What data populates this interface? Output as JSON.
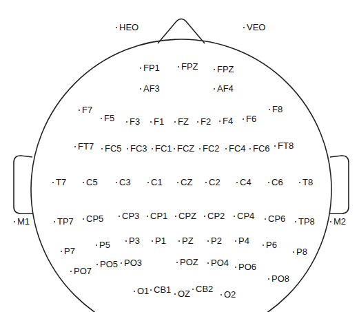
{
  "diagram": {
    "labels": [
      "HEO",
      "VEO",
      "FP1",
      "FPZ",
      "FPZ",
      "AF3",
      "AF4",
      "F7",
      "F5",
      "F3",
      "F1",
      "FZ",
      "F2",
      "F4",
      "F6",
      "F8",
      "FT7",
      "FC5",
      "FC3",
      "FC1",
      "FCZ",
      "FC2",
      "FC4",
      "FC6",
      "FT8",
      "T7",
      "C5",
      "C3",
      "C1",
      "CZ",
      "C2",
      "C4",
      "C6",
      "T8",
      "M1",
      "TP7",
      "CP5",
      "CP3",
      "CP1",
      "CPZ",
      "CP2",
      "CP4",
      "CP6",
      "TP8",
      "M2",
      "P7",
      "P5",
      "P3",
      "P1",
      "PZ",
      "P2",
      "P4",
      "P6",
      "P8",
      "PO7",
      "PO5",
      "PO3",
      "POZ",
      "PO4",
      "PO6",
      "PO8",
      "O1",
      "CB1",
      "OZ",
      "CB2",
      "O2"
    ]
  }
}
